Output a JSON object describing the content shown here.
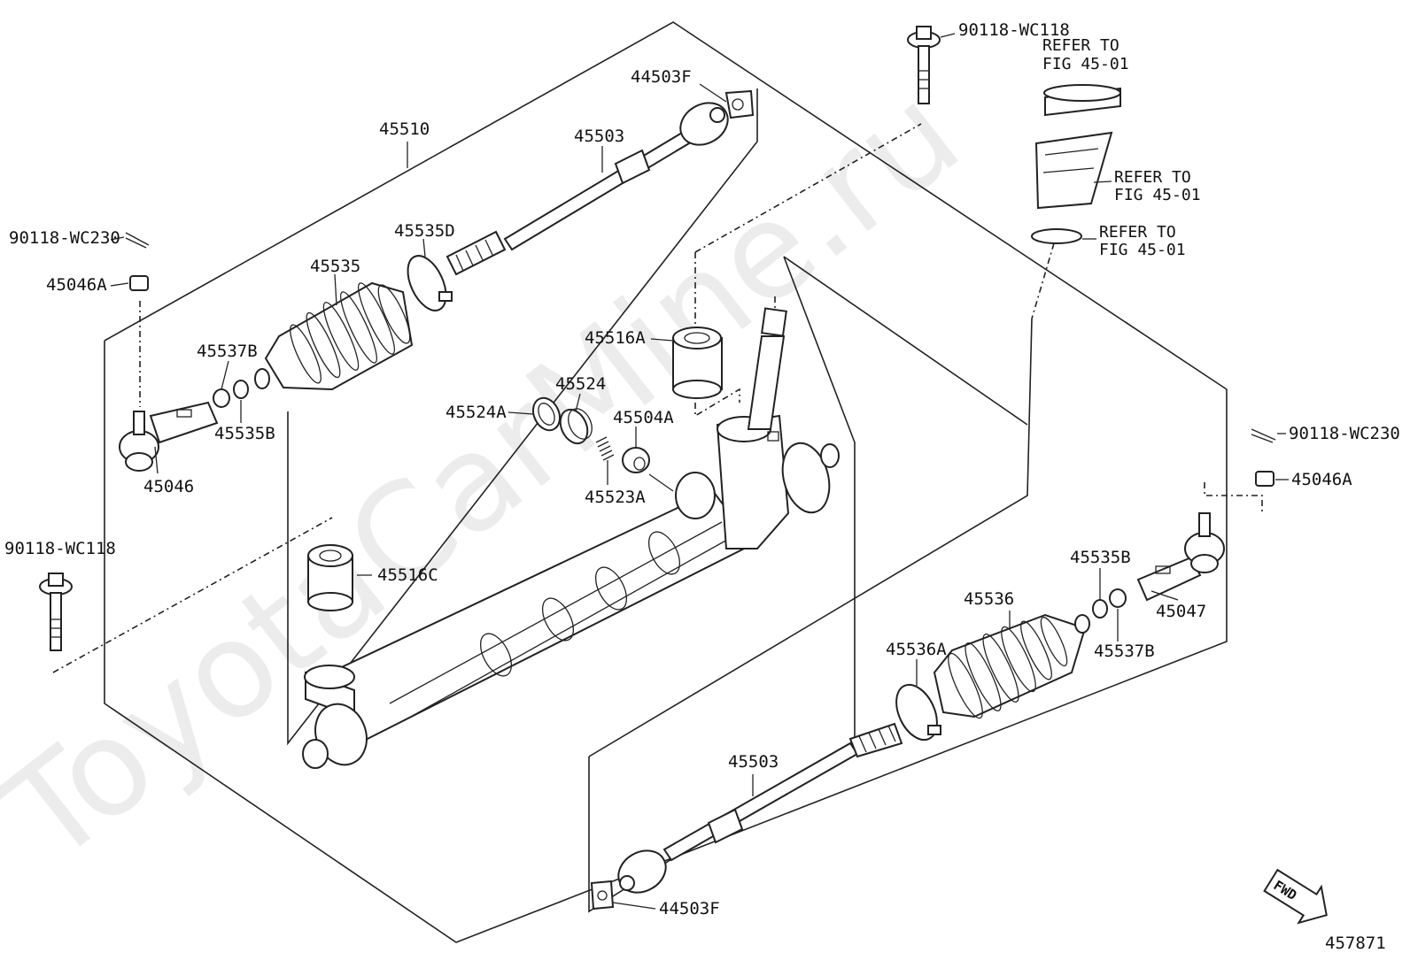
{
  "watermark": "ToyotaCarMine.ru",
  "figure_code": "457871",
  "fwd_label": "FWD",
  "refer_lines": [
    "REFER TO",
    "FIG 45-01"
  ],
  "labels": {
    "bolt_top": "90118-WC118",
    "bolt_left": "90118-WC118",
    "pin_left": "90118-WC230",
    "pin_right": "90118-WC230",
    "nut_left": "45046A",
    "nut_right": "45046A",
    "tie_rod_assy": "45510",
    "rack_end_top": "45503",
    "rack_end_bottom": "45503",
    "plate_top": "44503F",
    "plate_bottom": "44503F",
    "clamp_top": "45535D",
    "boot_left": "45535",
    "boot_right": "45536",
    "clamp_right": "45536A",
    "washer_left": "45537B",
    "washer_right": "45537B",
    "clip_left": "45535B",
    "clip_right": "45535B",
    "tie_end_left": "45046",
    "tie_end_right": "45047",
    "bush_top": "45516A",
    "bush_left": "45516C",
    "ring": "45524A",
    "guide": "45524",
    "spring": "45523A",
    "plug": "45504A"
  }
}
